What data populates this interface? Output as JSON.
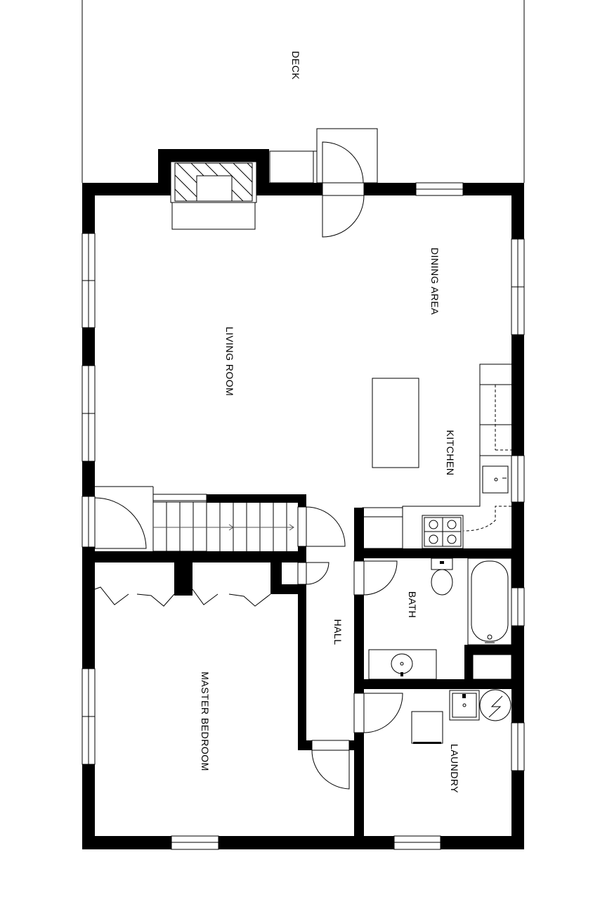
{
  "rooms": {
    "deck": "DECK",
    "dining_area": "DINING AREA",
    "living_room": "LIVING ROOM",
    "kitchen": "KITCHEN",
    "bath": "BATH",
    "hall": "HALL",
    "master_bedroom": "MASTER BEDROOM",
    "laundry": "LAUNDRY"
  }
}
